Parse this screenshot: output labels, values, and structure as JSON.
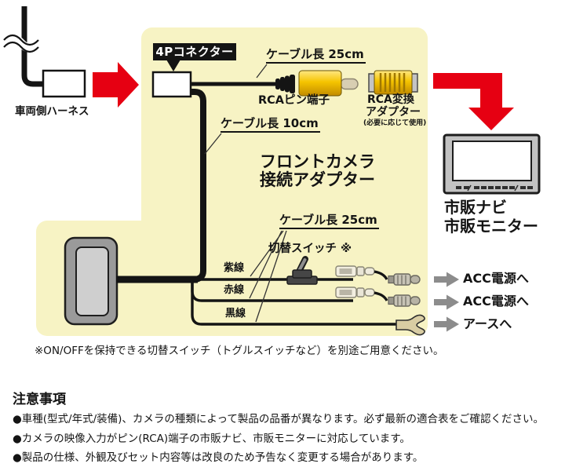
{
  "colors": {
    "panel_yellow": "#F7F3C4",
    "arrow_red": "#E60012",
    "cable_black": "#141414",
    "rca_gold": "#F5C400",
    "gray_arrow": "#8C8C8C"
  },
  "diagram": {
    "vehicle_harness_label": "車両側ハーネス",
    "connector_label": "4Pコネクター",
    "cable_length_top": "ケーブル長 25cm",
    "cable_length_mid": "ケーブル長 10cm",
    "cable_length_bottom": "ケーブル長 25cm",
    "rca_pin_label": "RCAピン端子",
    "rca_adapter_line1": "RCA変換",
    "rca_adapter_line2": "アダプター",
    "rca_adapter_note": "(必要に応じて使用)",
    "product_title_line1": "フロントカメラ",
    "product_title_line2": "接続アダプター",
    "switch_label": "切替スイッチ ※",
    "monitor_caption_line1": "市販ナビ",
    "monitor_caption_line2": "市販モニター",
    "wires": [
      {
        "label": "紫線",
        "destination": "ACC電源へ"
      },
      {
        "label": "赤線",
        "destination": "ACC電源へ"
      },
      {
        "label": "黒線",
        "destination": "アースへ"
      }
    ],
    "switch_note": "※ON/OFFを保持できる切替スイッチ（トグルスイッチなど）を別途ご用意ください。"
  },
  "notices": {
    "heading": "注意事項",
    "items": [
      "●車種(型式/年式/装備)、カメラの種類によって製品の品番が異なります。必ず最新の適合表をご確認ください。",
      "●カメラの映像入力がピン(RCA)端子の市販ナビ、市販モニターに対応しています。",
      "●製品の仕様、外観及びセット内容等は改良のため予告なく変更する場合があります。"
    ]
  }
}
